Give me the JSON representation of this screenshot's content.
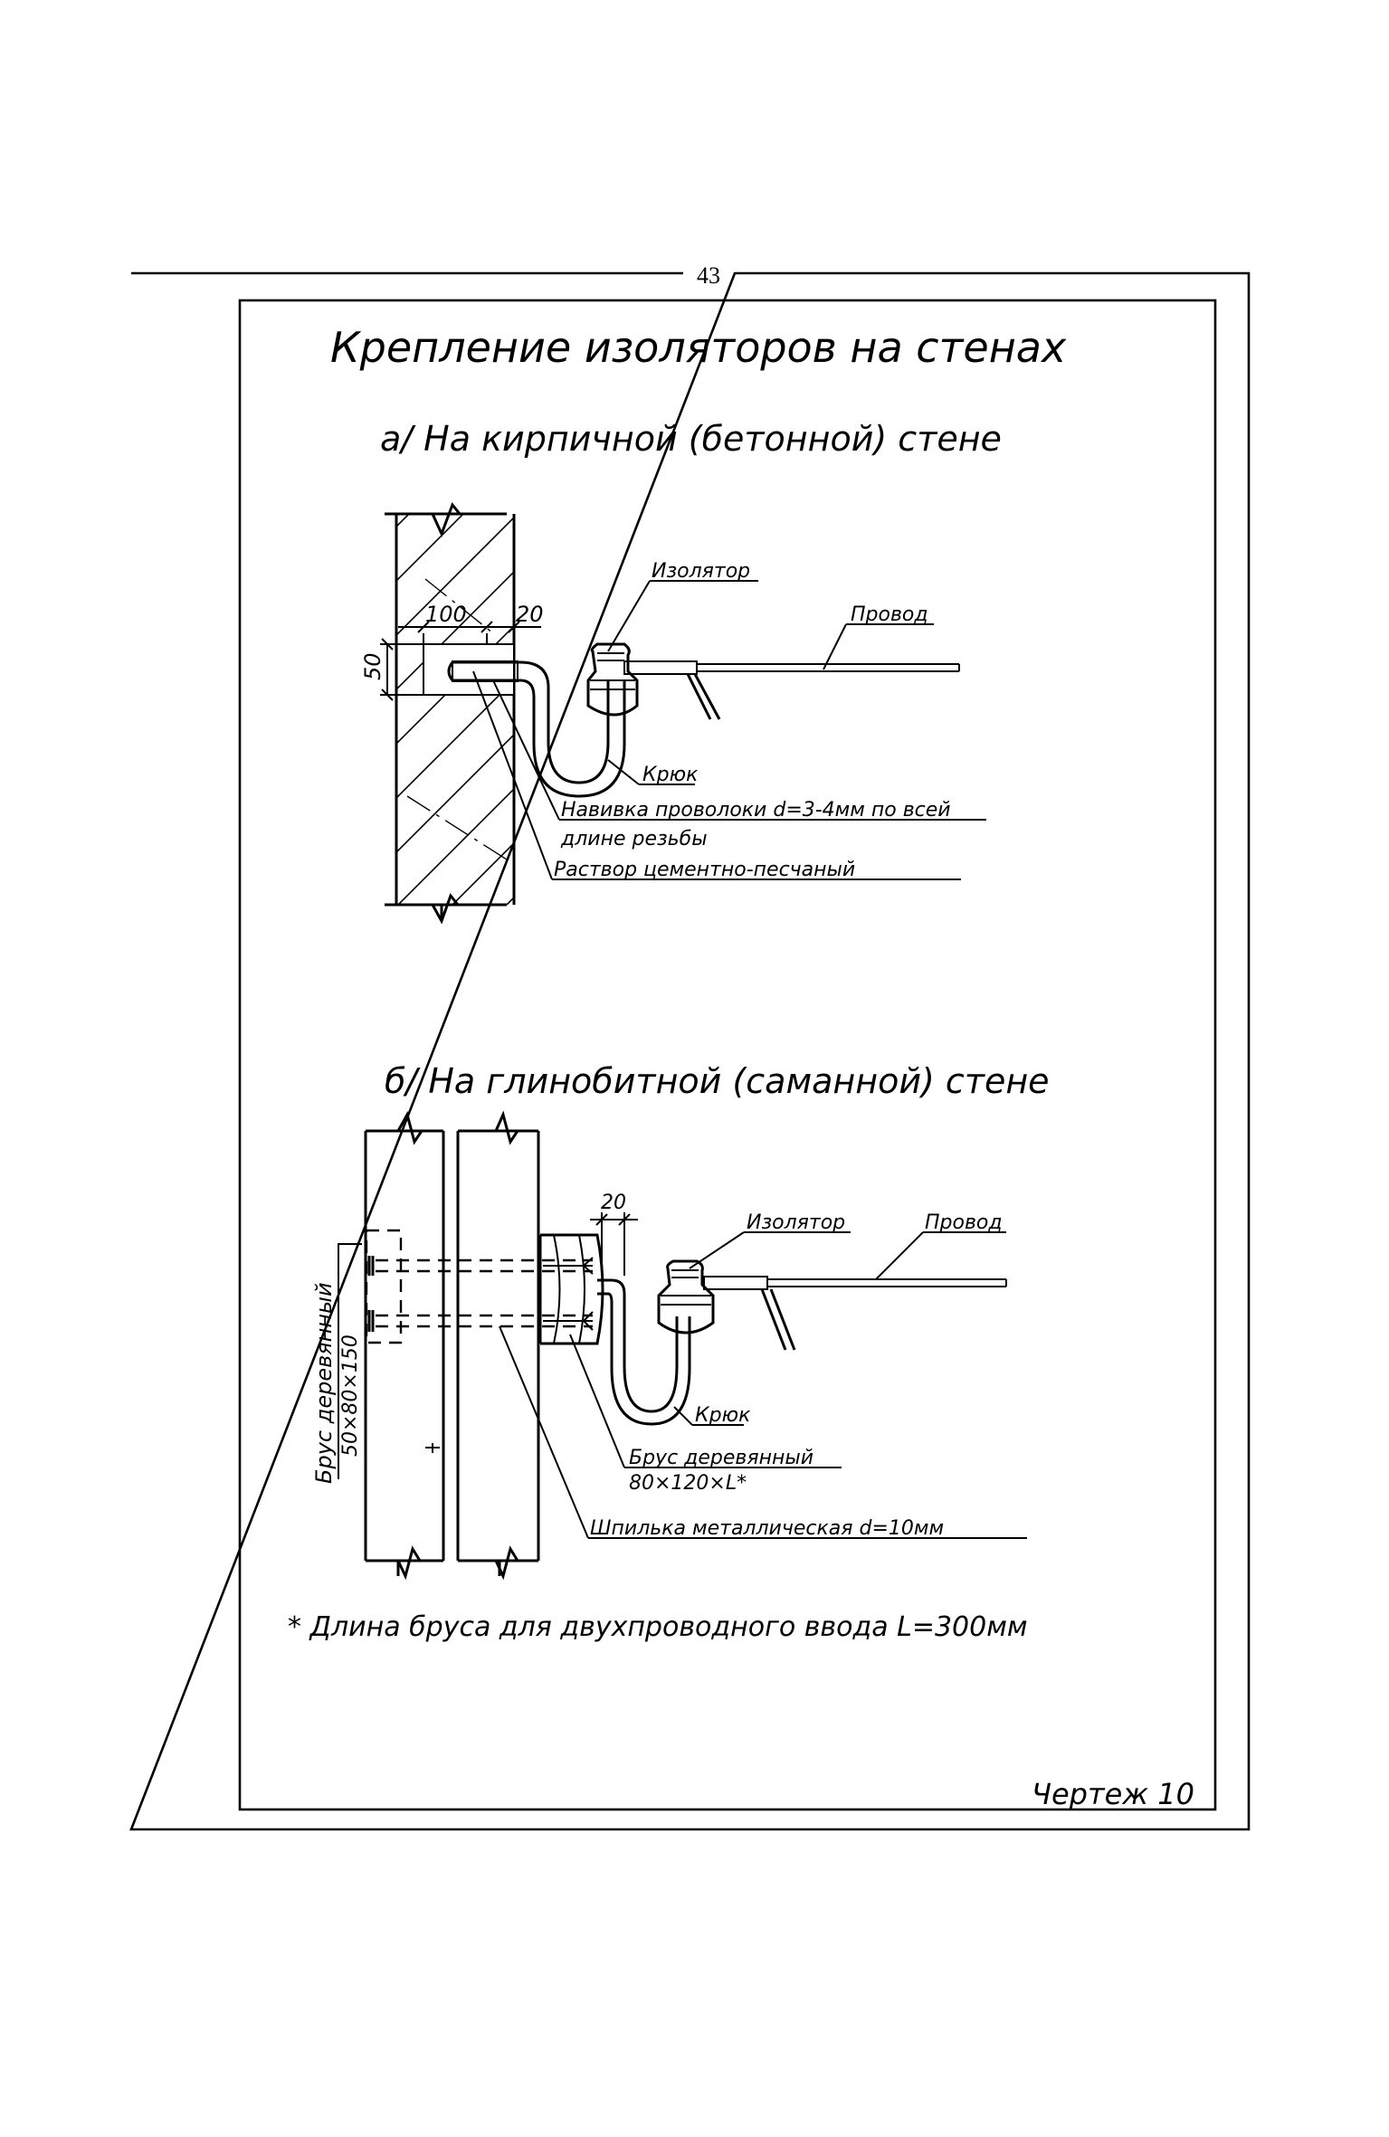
{
  "page_number": "43",
  "title": "Крепление изоляторов на стенах",
  "section_a": {
    "heading": "а/ На кирпичной (бетонной) стене",
    "dim_100": "100",
    "dim_20": "20",
    "dim_50": "50",
    "label_insulator": "Изолятор",
    "label_wire": "Провод",
    "label_hook": "Крюк",
    "label_winding": "Навивка проволоки d=3-4мм по всей",
    "label_winding_2": "длине резьбы",
    "label_mortar": "Раствор цементно-песчаный"
  },
  "section_b": {
    "heading": "б/ На глинобитной (саманной) стене",
    "dim_20": "20",
    "label_insulator": "Изолятор",
    "label_wire": "Провод",
    "label_hook": "Крюк",
    "label_beam": "Брус деревянный",
    "label_beam_size": "80×120×L*",
    "label_bolt": "Шпилька металлическая d=10мм",
    "label_side_beam": "Брус деревянный",
    "label_side_beam_size": "50×80×150"
  },
  "footnote": "* Длина бруса для двухпроводного ввода  L=300мм",
  "drawing_label": "Чертеж 10"
}
